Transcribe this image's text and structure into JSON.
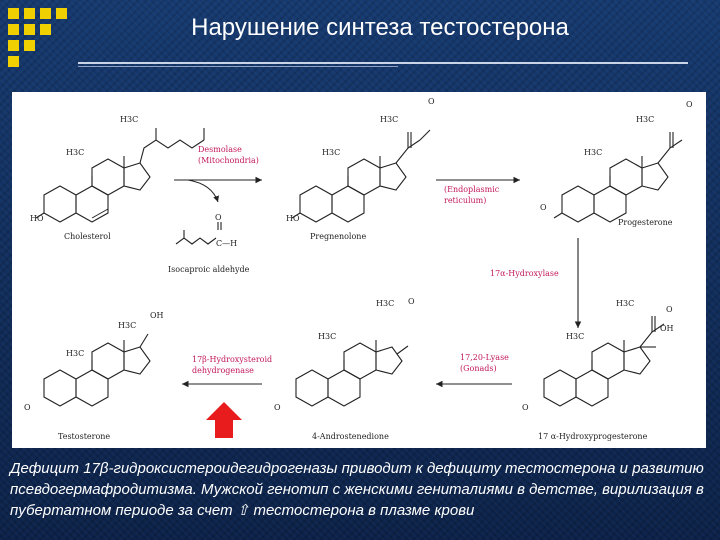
{
  "slide": {
    "title": "Нарушение синтеза тестостерона",
    "caption": "Дефицит 17β-гидроксистероидегидрогеназы приводит к дефициту тестостерона и развитию псевдогермафродитизма. Мужской генотип с женскими гениталиями в детстве, вирилизация в пубертатном периоде за счет ⇧ тестостерона в плазме крови"
  },
  "diagram": {
    "molecules": {
      "cholesterol": "Cholesterol",
      "pregnenolone": "Pregnenolone",
      "progesterone": "Progesterone",
      "hydroxyprogesterone": "17 α-Hydroxyprogesterone",
      "androstenedione": "4-Androstenedione",
      "testosterone": "Testosterone",
      "isocaproic": "Isocaproic aldehyde"
    },
    "enzymes": {
      "desmolase": "Desmolase",
      "desmolase_loc": "(Mitochondria)",
      "er_1": "(Endoplasmic",
      "er_2": "reticulum)",
      "hydroxylase": "17α-Hydroxylase",
      "lyase": "17,20-Lyase",
      "lyase_loc": "(Gonads)",
      "hsd_1": "17β-Hydroxysteroid",
      "hsd_2": "dehydrogenase"
    },
    "atoms": {
      "h3c": "H3C",
      "ho": "HO",
      "o": "O",
      "oh": "OH",
      "ch": "C—H"
    }
  },
  "colors": {
    "background": "#0f2a57",
    "accent_squares": "#f0d000",
    "enzyme_text": "#c2185b",
    "marker_arrow": "#e81c1c"
  },
  "icons": {
    "logo": "yellow-squares-grid",
    "marker": "red-up-arrow"
  }
}
